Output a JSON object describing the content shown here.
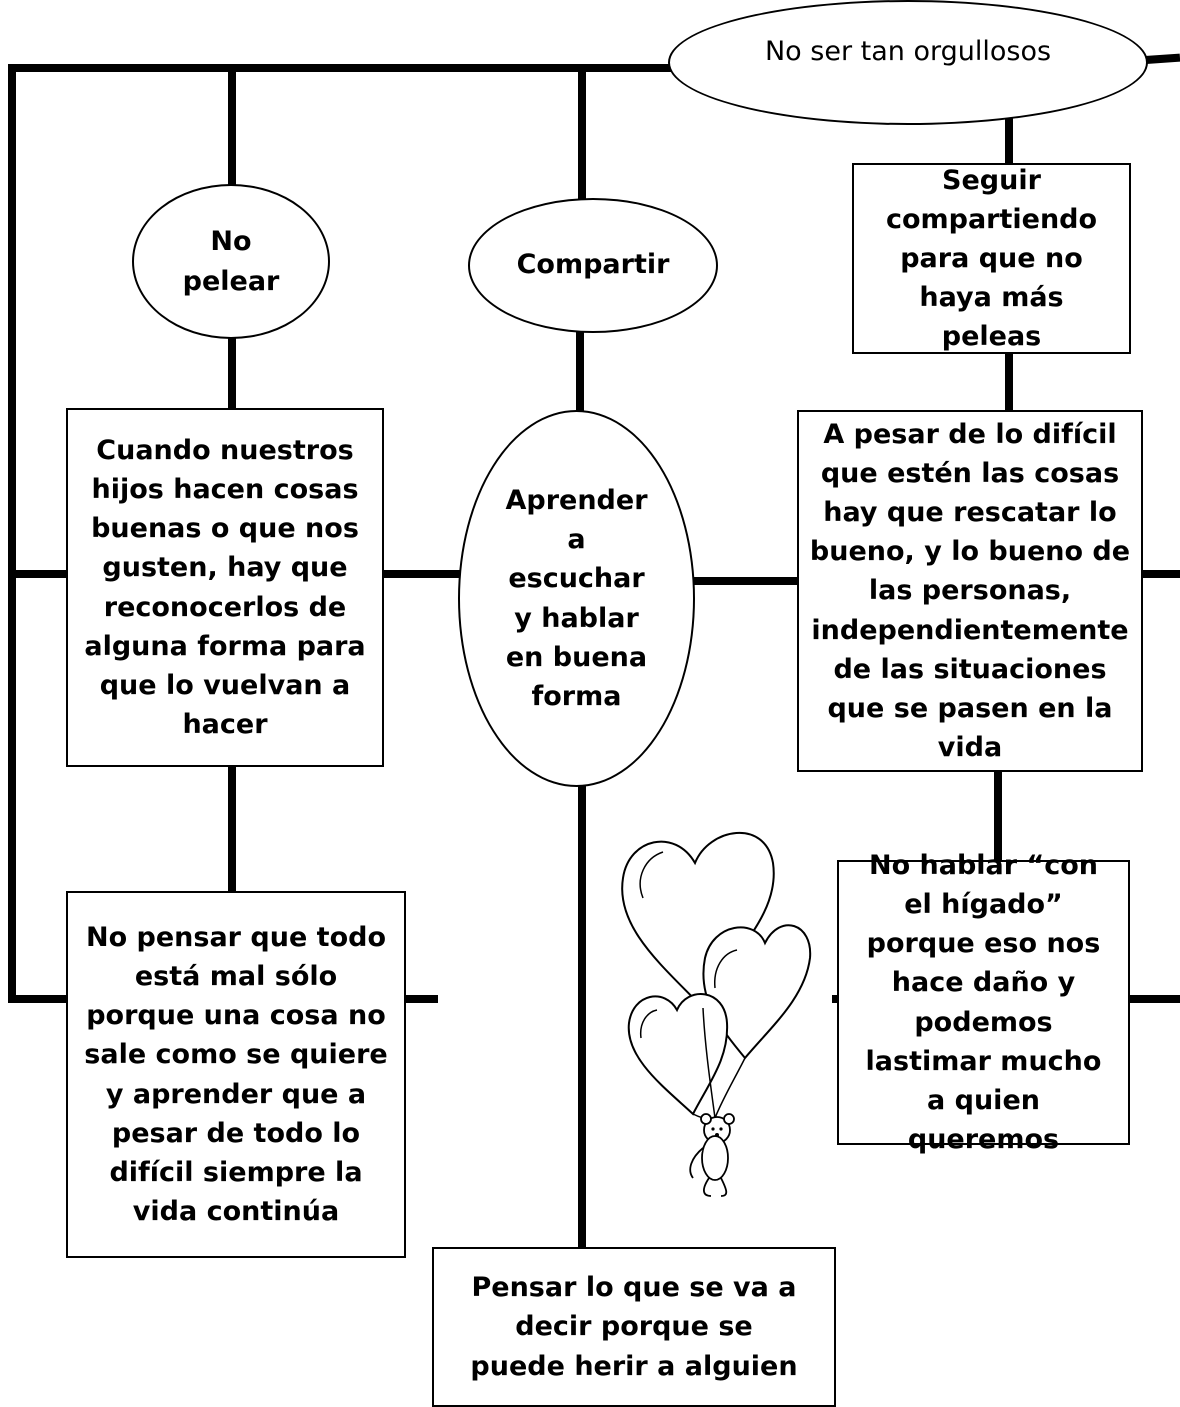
{
  "nodes": {
    "top_ellipse": "No ser tan orgullosos",
    "no_pelear": "No pelear",
    "compartir": "Compartir",
    "seguir_compartiendo": "Seguir compartiendo para que no haya más peleas",
    "cuando_nuestros_hijos": "Cuando nuestros hijos hacen cosas buenas o que nos gusten, hay que reconocerlos de alguna forma para que lo vuelvan a hacer",
    "aprender_a_escuchar": "Aprender a escuchar y hablar en buena forma",
    "a_pesar_de_lo_dificil": "A pesar de lo difícil que estén las cosas hay que rescatar lo bueno, y lo bueno de las personas, independientemente de las situaciones que se pasen en la vida",
    "no_pensar": "No pensar que todo está mal sólo porque una cosa no sale como se quiere y aprender que a pesar de todo lo difícil siempre la vida continúa",
    "no_hablar_higado": "No hablar “con el hígado” porque eso nos hace daño y podemos lastimar mucho a quien queremos",
    "pensar_lo_que_se_va": "Pensar lo que se va a decir porque se puede herir a alguien"
  },
  "decoration": {
    "image": "heart-balloons-teddy-bear-icon"
  },
  "colors": {
    "line": "#000000",
    "background": "#ffffff"
  }
}
